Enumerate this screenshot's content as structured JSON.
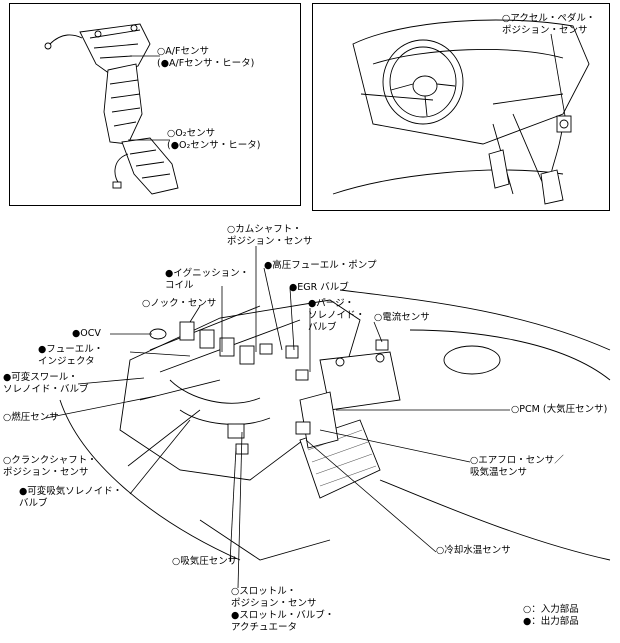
{
  "exhaust_panel": {
    "af_sensor": {
      "line1": "○A/Fセンサ",
      "line2": "(●A/Fセンサ・ヒータ)"
    },
    "o2_sensor": {
      "line1": "○O₂センサ",
      "line2": "(●O₂センサ・ヒータ)"
    }
  },
  "cabin_panel": {
    "accel_sensor": {
      "line1": "○アクセル・ペダル・",
      "line2": "ポジション・センサ"
    }
  },
  "engine_labels": {
    "camshaft": {
      "line1": "○カムシャフト・",
      "line2": "ポジション・センサ"
    },
    "ignition": {
      "line1": "●イグニッション・",
      "line2": "コイル"
    },
    "hp_fuel_pump": "●高圧フューエル・ポンプ",
    "egr_valve": "●EGR バルブ",
    "knock": "○ノック・センサ",
    "purge": {
      "line1": "●パージ・",
      "line2": "ソレノイド・",
      "line3": "バルブ"
    },
    "current": "○電流センサ",
    "ocv": "●OCV",
    "injector": {
      "line1": "●フューエル・",
      "line2": "インジェクタ"
    },
    "swirl": {
      "line1": "●可変スワール・",
      "line2": "ソレノイド・バルブ"
    },
    "pcm": "○PCM (大気圧センサ)",
    "fuel_pressure": "○燃圧センサ",
    "crankshaft": {
      "line1": "○クランクシャフト・",
      "line2": "ポジション・センサ"
    },
    "airflow": {
      "line1": "○エアフロ・センサ／",
      "line2": "吸気温センサ"
    },
    "variable_intake": {
      "line1": "●可変吸気ソレノイド・",
      "line2": "バルブ"
    },
    "coolant": "○冷却水温センサ",
    "intake_pressure": "○吸気圧センサ",
    "throttle": {
      "line1": "○スロットル・",
      "line2": "ポジション・センサ",
      "line3": "●スロットル・バルブ・",
      "line4": "アクチュエータ"
    }
  },
  "legend": {
    "input": "○：入力部品",
    "output": "●：出力部品"
  }
}
